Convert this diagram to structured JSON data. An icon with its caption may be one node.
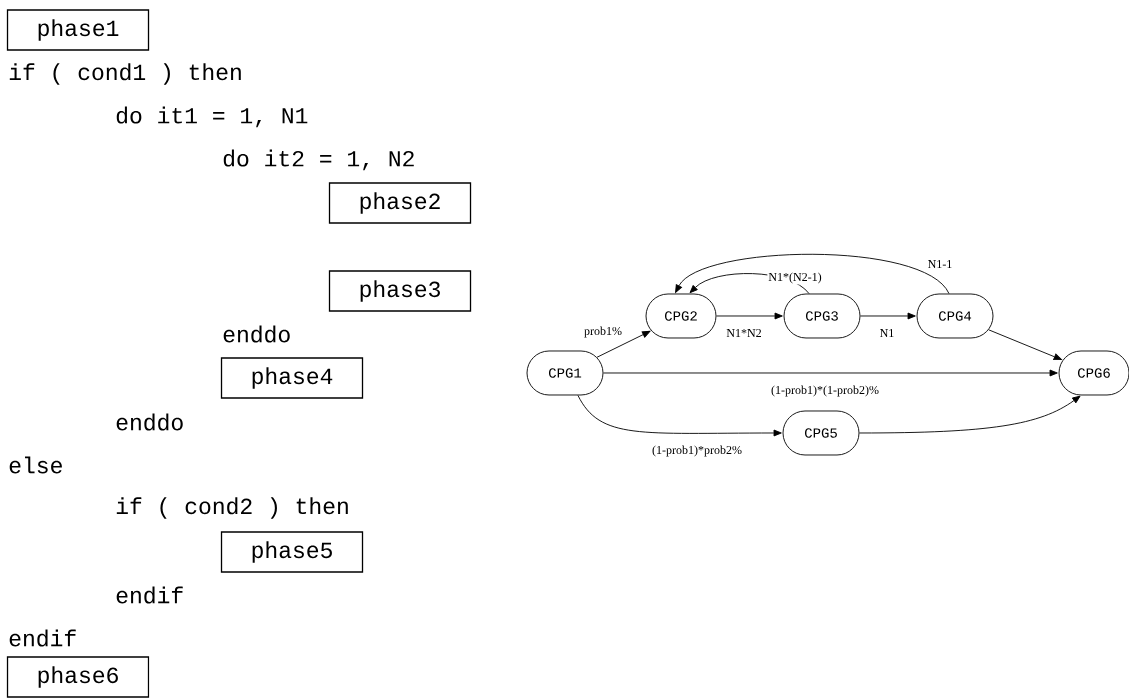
{
  "diagram": {
    "nodes": [
      {
        "text": [
          "phase1"
        ]
      },
      {
        "text": [
          "phase2"
        ]
      },
      {
        "text": [
          "phase3"
        ]
      },
      {
        "text": [
          "phase4"
        ]
      },
      {
        "text": [
          "phase5"
        ]
      },
      {
        "text": [
          "phase6"
        ]
      },
      {
        "text": [
          "CPG1"
        ]
      },
      {
        "text": [
          "CPG2"
        ]
      },
      {
        "text": [
          "CPG3"
        ]
      },
      {
        "text": [
          "CPG4"
        ]
      },
      {
        "text": [
          "CPG5"
        ]
      },
      {
        "text": [
          "CPG6"
        ]
      }
    ],
    "edges": [
      {
        "from": 6,
        "to": 7,
        "arrow": "to",
        "label": "prob1%"
      },
      {
        "from": 7,
        "to": 8,
        "arrow": "to",
        "label": "N1*N2"
      },
      {
        "from": 8,
        "to": 9,
        "arrow": "to",
        "label": "N1"
      },
      {
        "from": 8,
        "to": 7,
        "arrow": "to",
        "label": "N1*(N2-1)"
      },
      {
        "from": 9,
        "to": 7,
        "arrow": "to",
        "label": "N1-1"
      },
      {
        "from": 9,
        "to": 11,
        "arrow": "to"
      },
      {
        "from": 6,
        "to": 11,
        "arrow": "to",
        "label": "(1-prob1)*(1-prob2)%"
      },
      {
        "from": 6,
        "to": 10,
        "arrow": "to",
        "label": "(1-prob1)*prob2%"
      },
      {
        "from": 10,
        "to": 11,
        "arrow": "to"
      }
    ],
    "labels": [
      "if ( cond1 ) then",
      "do it1 = 1, N1",
      "do it2 = 1, N2",
      "enddo",
      "enddo",
      "else",
      "if ( cond2 ) then",
      "endif",
      "endif"
    ]
  }
}
